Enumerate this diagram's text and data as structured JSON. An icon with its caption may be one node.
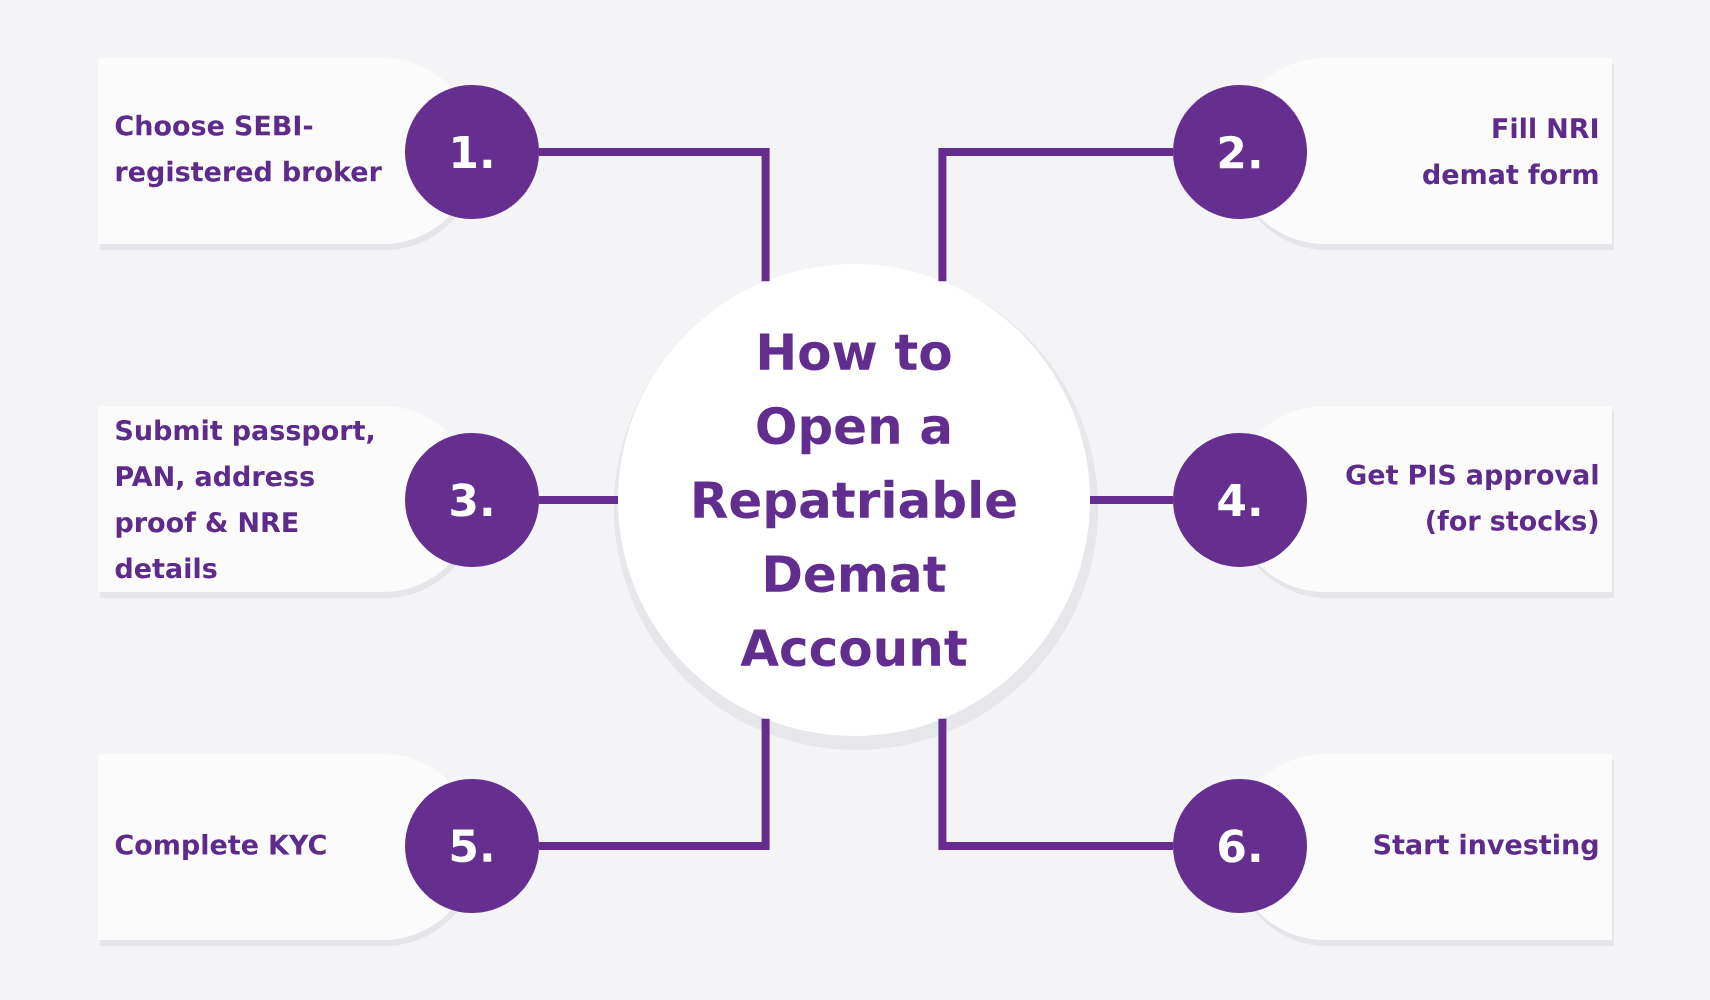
{
  "diagram": {
    "nodes": [
      {
        "text": [
          "How to Open a Repatriable Demat Account"
        ]
      },
      {
        "text": [
          "Choose SEBI-registered broker"
        ]
      },
      {
        "text": [
          "1."
        ]
      },
      {
        "text": [
          "Fill NRI demat form"
        ]
      },
      {
        "text": [
          "2."
        ]
      },
      {
        "text": [
          "Submit passport, PAN, address proof & NRE details"
        ]
      },
      {
        "text": [
          "3."
        ]
      },
      {
        "text": [
          "Get PIS approval (for stocks)"
        ]
      },
      {
        "text": [
          "4."
        ]
      },
      {
        "text": [
          "Complete KYC"
        ]
      },
      {
        "text": [
          "5."
        ]
      },
      {
        "text": [
          "Start investing"
        ]
      },
      {
        "text": [
          "6."
        ]
      }
    ],
    "edges": [
      {
        "from": 2,
        "to": 0,
        "arrow": "none"
      },
      {
        "from": 4,
        "to": 0,
        "arrow": "none"
      },
      {
        "from": 6,
        "to": 0,
        "arrow": "none"
      },
      {
        "from": 8,
        "to": 0,
        "arrow": "none"
      },
      {
        "from": 10,
        "to": 0,
        "arrow": "none"
      },
      {
        "from": 12,
        "to": 0,
        "arrow": "none"
      }
    ]
  }
}
